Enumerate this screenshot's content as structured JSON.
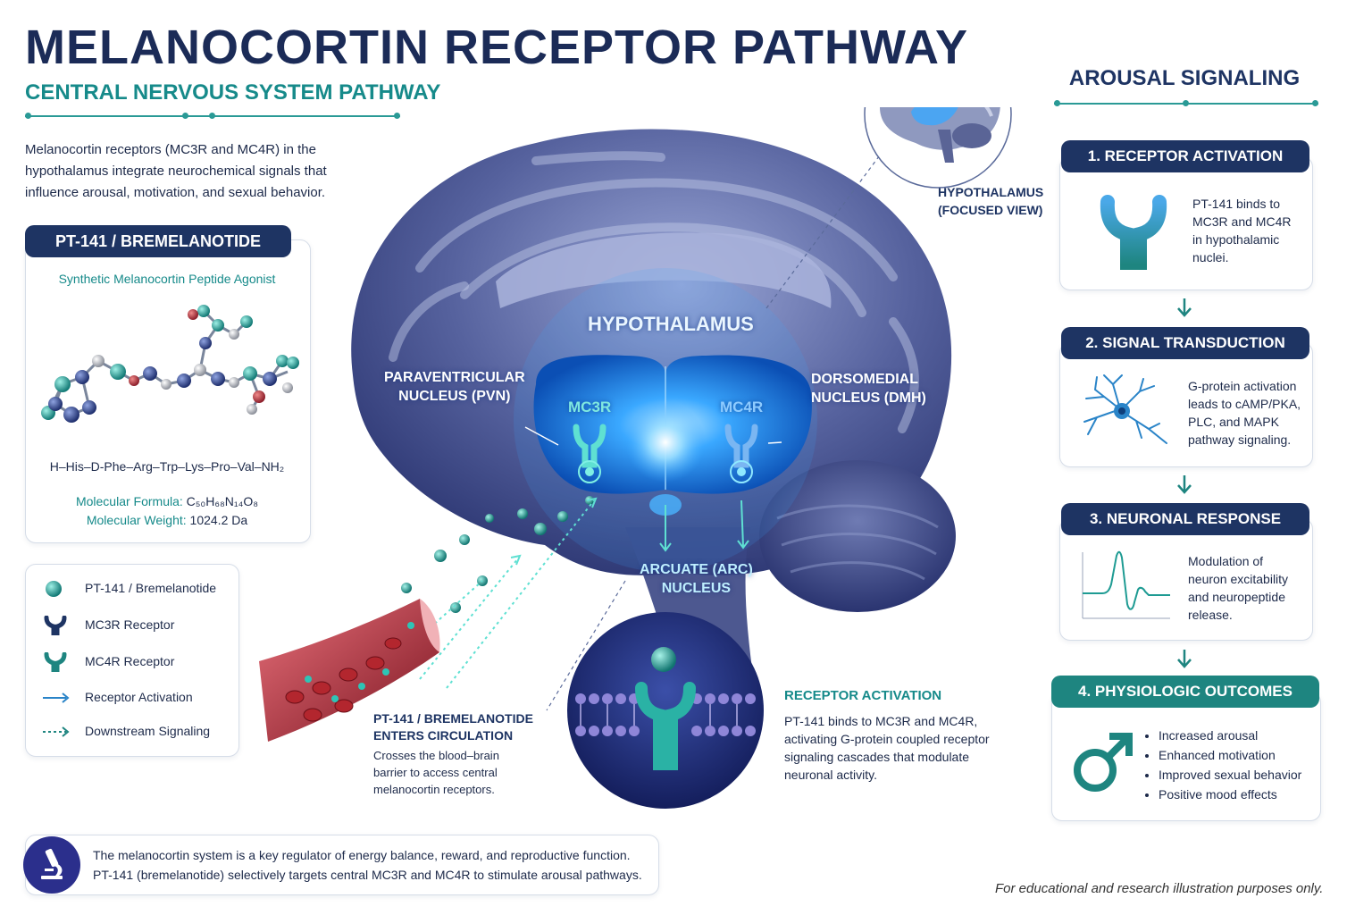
{
  "header": {
    "title": "MELANOCORTIN RECEPTOR PATHWAY",
    "subtitle": "CENTRAL NERVOUS SYSTEM PATHWAY"
  },
  "intro": {
    "text": "Melanocortin receptors (MC3R and MC4R) in the hypothalamus integrate neurochemical signals that influence arousal, motivation, and sexual behavior."
  },
  "drug": {
    "name": "PT-141 / BREMELANOTIDE",
    "subtitle": "Synthetic Melanocortin Peptide Agonist",
    "sequence": "H–His–D-Phe–Arg–Trp–Lys–Pro–Val–NH₂",
    "formula_label": "Molecular Formula:",
    "formula_value": "C₅₀H₆₈N₁₄O₈",
    "weight_label": "Molecular Weight:",
    "weight_value": "1024.2 Da"
  },
  "legend": {
    "items": [
      {
        "label": "PT-141 / Bremelanotide",
        "icon": "sphere-icon"
      },
      {
        "label": "MC3R Receptor",
        "icon": "receptor-icon-navy"
      },
      {
        "label": "MC4R Receptor",
        "icon": "receptor-icon-teal"
      },
      {
        "label": "Receptor Activation",
        "icon": "arrow-icon"
      },
      {
        "label": "Downstream Signaling",
        "icon": "dotted-arrow-icon"
      }
    ]
  },
  "brain": {
    "hypothalamus": "HYPOTHALAMUS",
    "pvn_line1": "PARAVENTRICULAR",
    "pvn_line2": "NUCLEUS (PVN)",
    "dmh_line1": "DORSOMEDIAL",
    "dmh_line2": "NUCLEUS (DMH)",
    "mc3r": "MC3R",
    "mc4r": "MC4R",
    "arc_line1": "ARCUATE (ARC)",
    "arc_line2": "NUCLEUS",
    "focused_line1": "HYPOTHALAMUS",
    "focused_line2": "(FOCUSED VIEW)"
  },
  "circulation": {
    "title_line1": "PT-141 / BREMELANOTIDE",
    "title_line2": "ENTERS CIRCULATION",
    "text": "Crosses the blood–brain barrier to access central melanocortin receptors."
  },
  "receptor_activation": {
    "title": "RECEPTOR ACTIVATION",
    "text": "PT-141 binds to MC3R and MC4R, activating G-protein coupled receptor signaling cascades that modulate neuronal activity."
  },
  "arousal": {
    "title": "AROUSAL SIGNALING",
    "steps": [
      {
        "title": "1. RECEPTOR ACTIVATION",
        "text": "PT-141 binds to MC3R and MC4R in hypothalamic nuclei."
      },
      {
        "title": "2. SIGNAL TRANSDUCTION",
        "text": "G-protein activation leads to cAMP/PKA, PLC, and MAPK pathway signaling."
      },
      {
        "title": "3. NEURONAL RESPONSE",
        "text": "Modulation of neuron excitability and neuropeptide release."
      },
      {
        "title": "4. PHYSIOLOGIC OUTCOMES",
        "outcomes": [
          "Increased arousal",
          "Enhanced motivation",
          "Improved sexual behavior",
          "Positive mood effects"
        ]
      }
    ]
  },
  "footer": {
    "line1": "The melanocortin system is a key regulator of energy balance, reward, and reproductive function.",
    "line2": "PT-141 (bremelanotide) selectively targets central MC3R and MC4R to stimulate arousal pathways.",
    "disclaimer": "For educational and research illustration purposes only."
  },
  "colors": {
    "navy": "#1e3463",
    "teal": "#168a8a",
    "brain": "#3f4f8f",
    "glow": "#2e9bff",
    "blood": "#b3262e"
  }
}
